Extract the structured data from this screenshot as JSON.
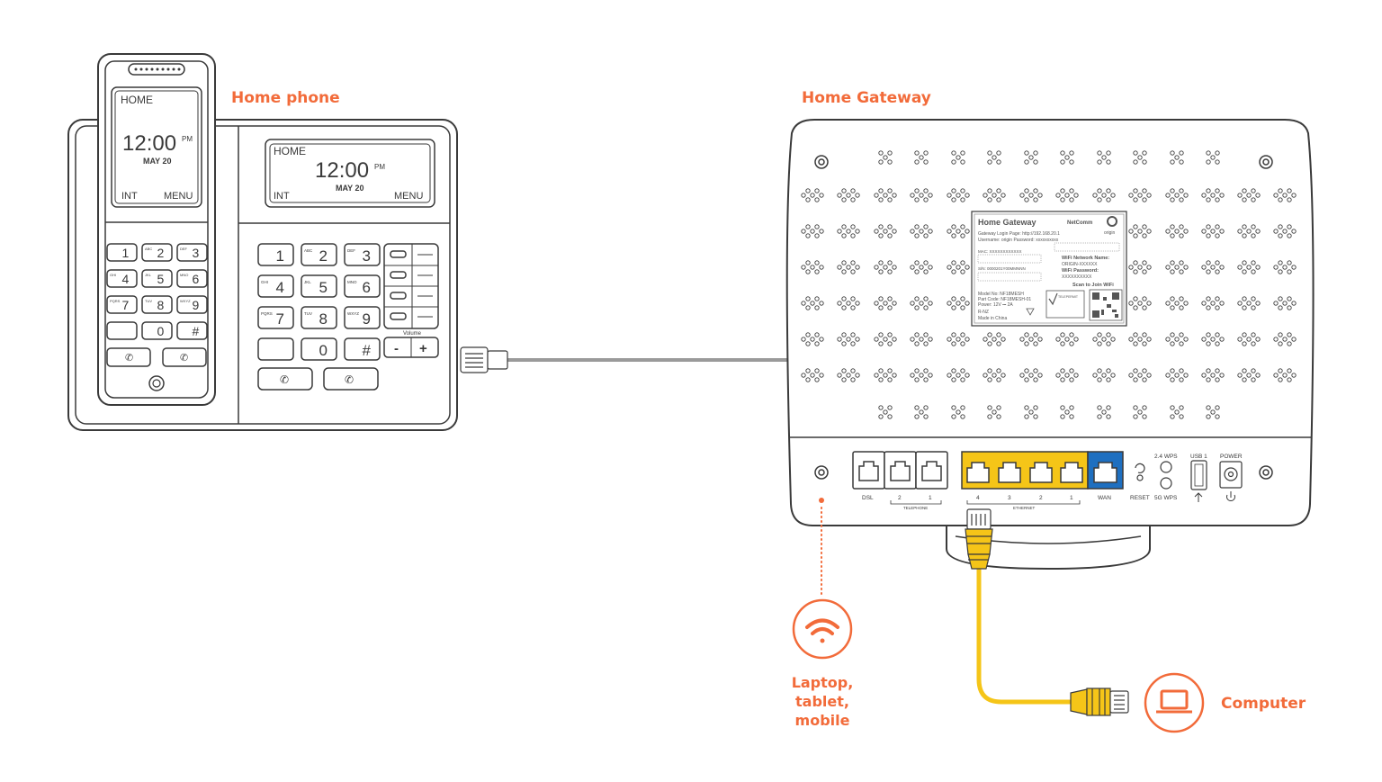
{
  "labels": {
    "home_phone": "Home phone",
    "home_gateway": "Home Gateway",
    "wireless_devices": [
      "Laptop,",
      "tablet,",
      "mobile"
    ],
    "computer": "Computer"
  },
  "colors": {
    "accent": "#f26b3a",
    "outline": "#3a3a3a",
    "ethernet_cable": "#f5c518",
    "phone_cable": "#9a9a9a",
    "wan_port": "#1e6fc0",
    "ethernet_ports": "#f5c518"
  },
  "handset": {
    "screen_top": "HOME",
    "time": "12:00",
    "ampm": "PM",
    "date": "MAY 20",
    "soft_left": "INT",
    "soft_right": "MENU",
    "keys": [
      {
        "digit": "1",
        "letters": ""
      },
      {
        "digit": "2",
        "letters": "ABC"
      },
      {
        "digit": "3",
        "letters": "DEF"
      },
      {
        "digit": "4",
        "letters": "GHI"
      },
      {
        "digit": "5",
        "letters": "JKL"
      },
      {
        "digit": "6",
        "letters": "MNO"
      },
      {
        "digit": "7",
        "letters": "PQRS"
      },
      {
        "digit": "8",
        "letters": "TUV"
      },
      {
        "digit": "9",
        "letters": "WXYZ"
      },
      {
        "digit": "",
        "letters": ""
      },
      {
        "digit": "0",
        "letters": ""
      },
      {
        "digit": "#",
        "letters": ""
      }
    ]
  },
  "base": {
    "screen_top": "HOME",
    "time": "12:00",
    "ampm": "PM",
    "date": "MAY 20",
    "soft_left": "INT",
    "soft_right": "MENU",
    "volume_label": "Volume",
    "volume_minus": "-",
    "volume_plus": "+"
  },
  "router": {
    "sticker": {
      "title": "Home Gateway",
      "brand": "NetComm",
      "logo": "origin",
      "line1": "Gateway Login Page: http://192.168.20.1",
      "line2": "Username: origin  Password: xxxxxxxxxx",
      "mac": "MAC: XXXXXXXXXXXX",
      "sn": "S/N: 0000201Y00MMNNN",
      "wifi_name_label": "WiFi Network Name:",
      "wifi_name": "ORIGIN-XXXXXX",
      "wifi_pw_label": "WiFi Password:",
      "wifi_pw": "XXXXXXXXXX",
      "scan": "Scan to Join WiFi",
      "model": "Model No: NF18MESH",
      "part": "Part Code: NF18MESH-01",
      "power": "Power: 12V ⎓ 2A",
      "region": "R-NZ",
      "made": "Made in China",
      "telepermit": "TELEPERMIT"
    },
    "ports": {
      "dsl": "DSL",
      "tel_numbers": [
        "2",
        "1"
      ],
      "telephone": "TELEPHONE",
      "eth_numbers": [
        "4",
        "3",
        "2",
        "1"
      ],
      "ethernet": "ETHERNET",
      "wan": "WAN",
      "reset": "RESET",
      "wps24": "2.4 WPS",
      "wps5": "5G WPS",
      "usb": "USB 1",
      "power": "POWER"
    }
  }
}
